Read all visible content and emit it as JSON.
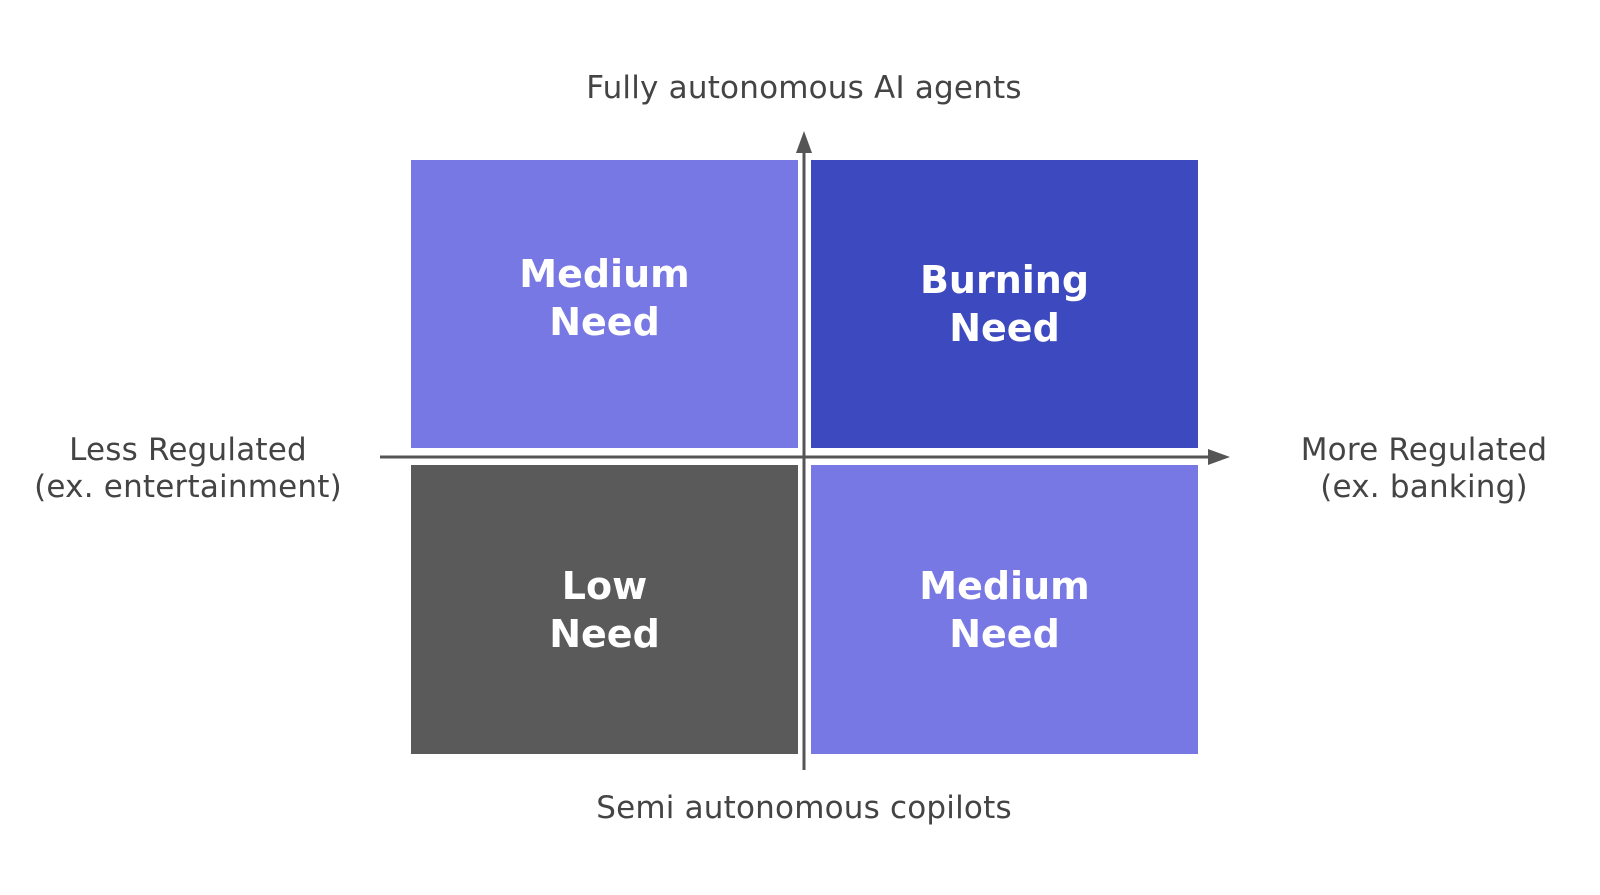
{
  "axes": {
    "top": "Fully autonomous AI agents",
    "bottom": "Semi autonomous copilots",
    "left": [
      "Less Regulated",
      "(ex. entertainment)"
    ],
    "right": [
      "More Regulated",
      "(ex. banking)"
    ],
    "color": "#555555"
  },
  "quadrants": {
    "top_left": {
      "lines": [
        "Medium",
        "Need"
      ],
      "color": "#7878e4"
    },
    "top_right": {
      "lines": [
        "Burning",
        "Need"
      ],
      "color": "#3d49bf"
    },
    "bottom_left": {
      "lines": [
        "Low",
        "Need"
      ],
      "color": "#5a5a5a"
    },
    "bottom_right": {
      "lines": [
        "Medium",
        "Need"
      ],
      "color": "#7878e4"
    }
  }
}
